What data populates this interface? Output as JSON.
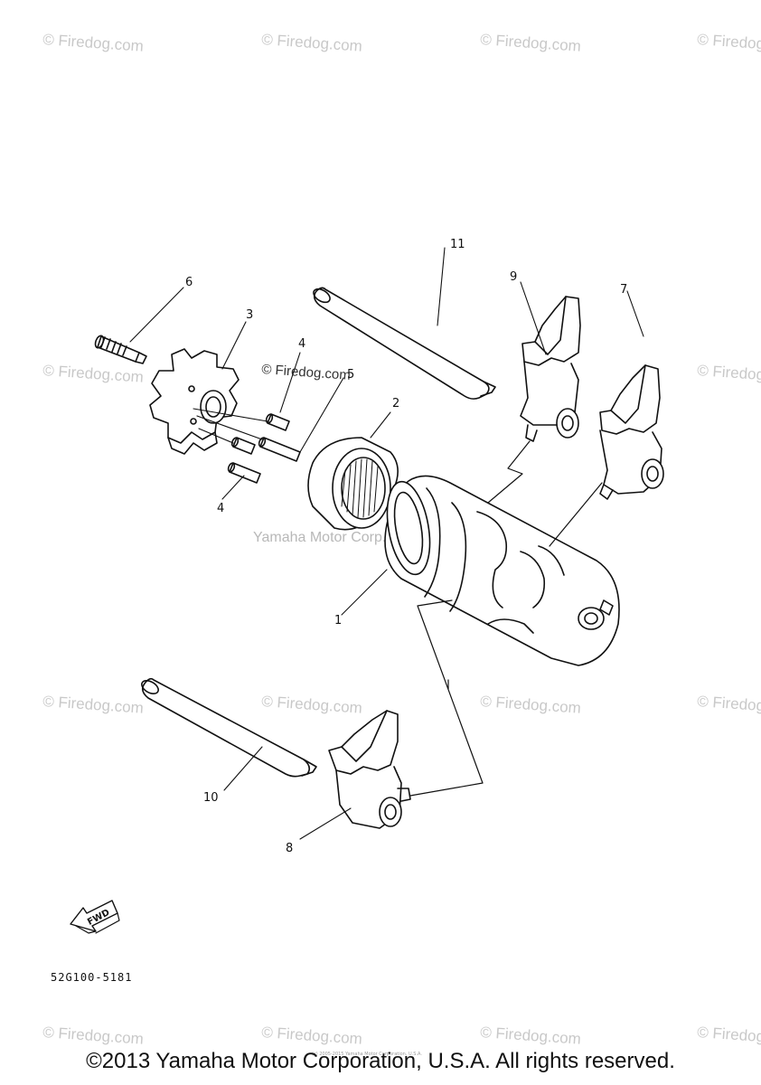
{
  "watermarks": {
    "firedog": "© Firedog.com",
    "center_firedog": "© Firedog.com",
    "center_yamaha": "Yamaha Motor Corp., U.S.A."
  },
  "callouts": {
    "c1": "1",
    "c2": "2",
    "c3": "3",
    "c4a": "4",
    "c4b": "4",
    "c5": "5",
    "c6": "6",
    "c7": "7",
    "c8": "8",
    "c9": "9",
    "c10": "10",
    "c11": "11"
  },
  "fwd_label": "FWD",
  "part_code": "52G100-5181",
  "tiny_credit": "(c) 2005-2015 Yamaha Motor Corporation, U.S.A.",
  "copyright": "©2013 Yamaha Motor Corporation, U.S.A. All rights reserved."
}
